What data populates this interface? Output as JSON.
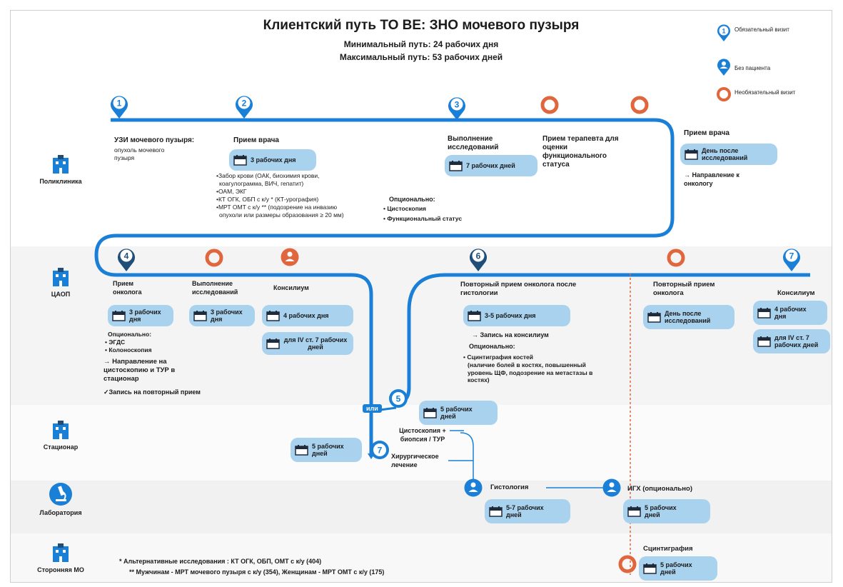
{
  "header": {
    "title": "Клиентский путь TO BE: ЗНО мочевого пузыря",
    "min_path": "Минимальный путь: 24 рабочих дня",
    "max_path": "Максимальный путь: 53 рабочих дней"
  },
  "legend": {
    "mandatory": "Обязательный визит",
    "no_patient": "Без пациента",
    "optional": "Необязательный визит",
    "mandatory_num": "1"
  },
  "lanes": {
    "polyclinic": "Поликлиника",
    "caop": "ЦАОП",
    "hospital": "Стационар",
    "lab": "Лаборатория",
    "external": "Сторонняя МО"
  },
  "colors": {
    "blue": "#1a7fd6",
    "dark_blue": "#1f4e79",
    "orange": "#e0663d",
    "pill": "#a9d2ef",
    "band": "#f3f3f3"
  },
  "steps": {
    "s1": {
      "num": "1",
      "title": "УЗИ мочевого пузыря:",
      "sub": "опухоль мочевого пузыря"
    },
    "s2": {
      "num": "2",
      "title": "Прием врача",
      "duration": "3 рабочих дня",
      "notes": [
        "•Забор крови (ОАК, биохимия крови,",
        "коагулограмма, ВИЧ, гепатит)",
        "•ОАМ, ЭКГ",
        "•КТ ОГК, ОБП с к/у * (КТ-урография)",
        "•МРТ ОМТ с к/у ** (подозрение на инвазию",
        "опухоли или размеры образования ≥ 20 мм)"
      ]
    },
    "s3": {
      "num": "3",
      "title": "Выполнение исследований",
      "duration": "7 рабочих дней"
    },
    "optional1": {
      "title": "Опционально:",
      "items": [
        "• Цистоскопия",
        "• Функциональный статус"
      ]
    },
    "therapist": {
      "title": "Прием терапевта для оценки функционального статуса"
    },
    "doctor2": {
      "title": "Прием врача",
      "duration": "День после исследований",
      "note": "→ Направление к онкологу"
    },
    "s4": {
      "num": "4",
      "title": "Прием онколога",
      "duration": "3 рабочих дня",
      "optional": "Опционально:",
      "items": [
        "• ЭГДС",
        "• Колоноскопия"
      ],
      "referral": "→ Направление на цистоскопию и ТУР в стационар",
      "record": "✓Запись на повторный прием"
    },
    "research2": {
      "title": "Выполнение исследований",
      "duration": "3 рабочих дня"
    },
    "council1": {
      "title": "Консилиум",
      "duration": "4 рабочих дня",
      "duration2": "для IV ст. 7 рабочих дней"
    },
    "s6": {
      "num": "6",
      "title": "Повторный прием онколога после гистологии",
      "duration": "3-5 рабочих дня",
      "record": "→ Запись на консилиум",
      "optional": "Опционально:",
      "item": "• Сцинтиграфия костей",
      "item_detail": "(наличие болей в костях, повышенный уровень ЩФ, подозрение на метастазы в костях)"
    },
    "repeat": {
      "title": "Повторный прием онколога",
      "duration": "День после исследований"
    },
    "s7": {
      "num": "7",
      "title": "Консилиум",
      "duration": "4 рабочих дня",
      "duration2": "для IV ст. 7 рабочих дней"
    },
    "s5": {
      "num": "5",
      "or": "или",
      "duration": "5 рабочих дней"
    },
    "s7b": {
      "num": "7",
      "duration": "5 рабочих дней"
    },
    "cysto": {
      "title": "Цистоскопия + биопсия / ТУР"
    },
    "surgery": {
      "title": "Хирургическое лечение"
    },
    "histology": {
      "title": "Гистология",
      "duration": "5-7 рабочих дней"
    },
    "igh": {
      "title": "ИГХ (опционально)",
      "duration": "5 рабочих дней"
    },
    "scinti": {
      "title": "Сцинтиграфия",
      "duration": "5 рабочих дней"
    }
  },
  "footnotes": {
    "f1": "*   Альтернативные исследования : КТ ОГК, ОБП, ОМТ с к/у (404)",
    "f2": "** Мужчинам - МРТ мочевого пузыря с к/у (354), Женщинам - МРТ ОМТ с к/у (175)"
  }
}
